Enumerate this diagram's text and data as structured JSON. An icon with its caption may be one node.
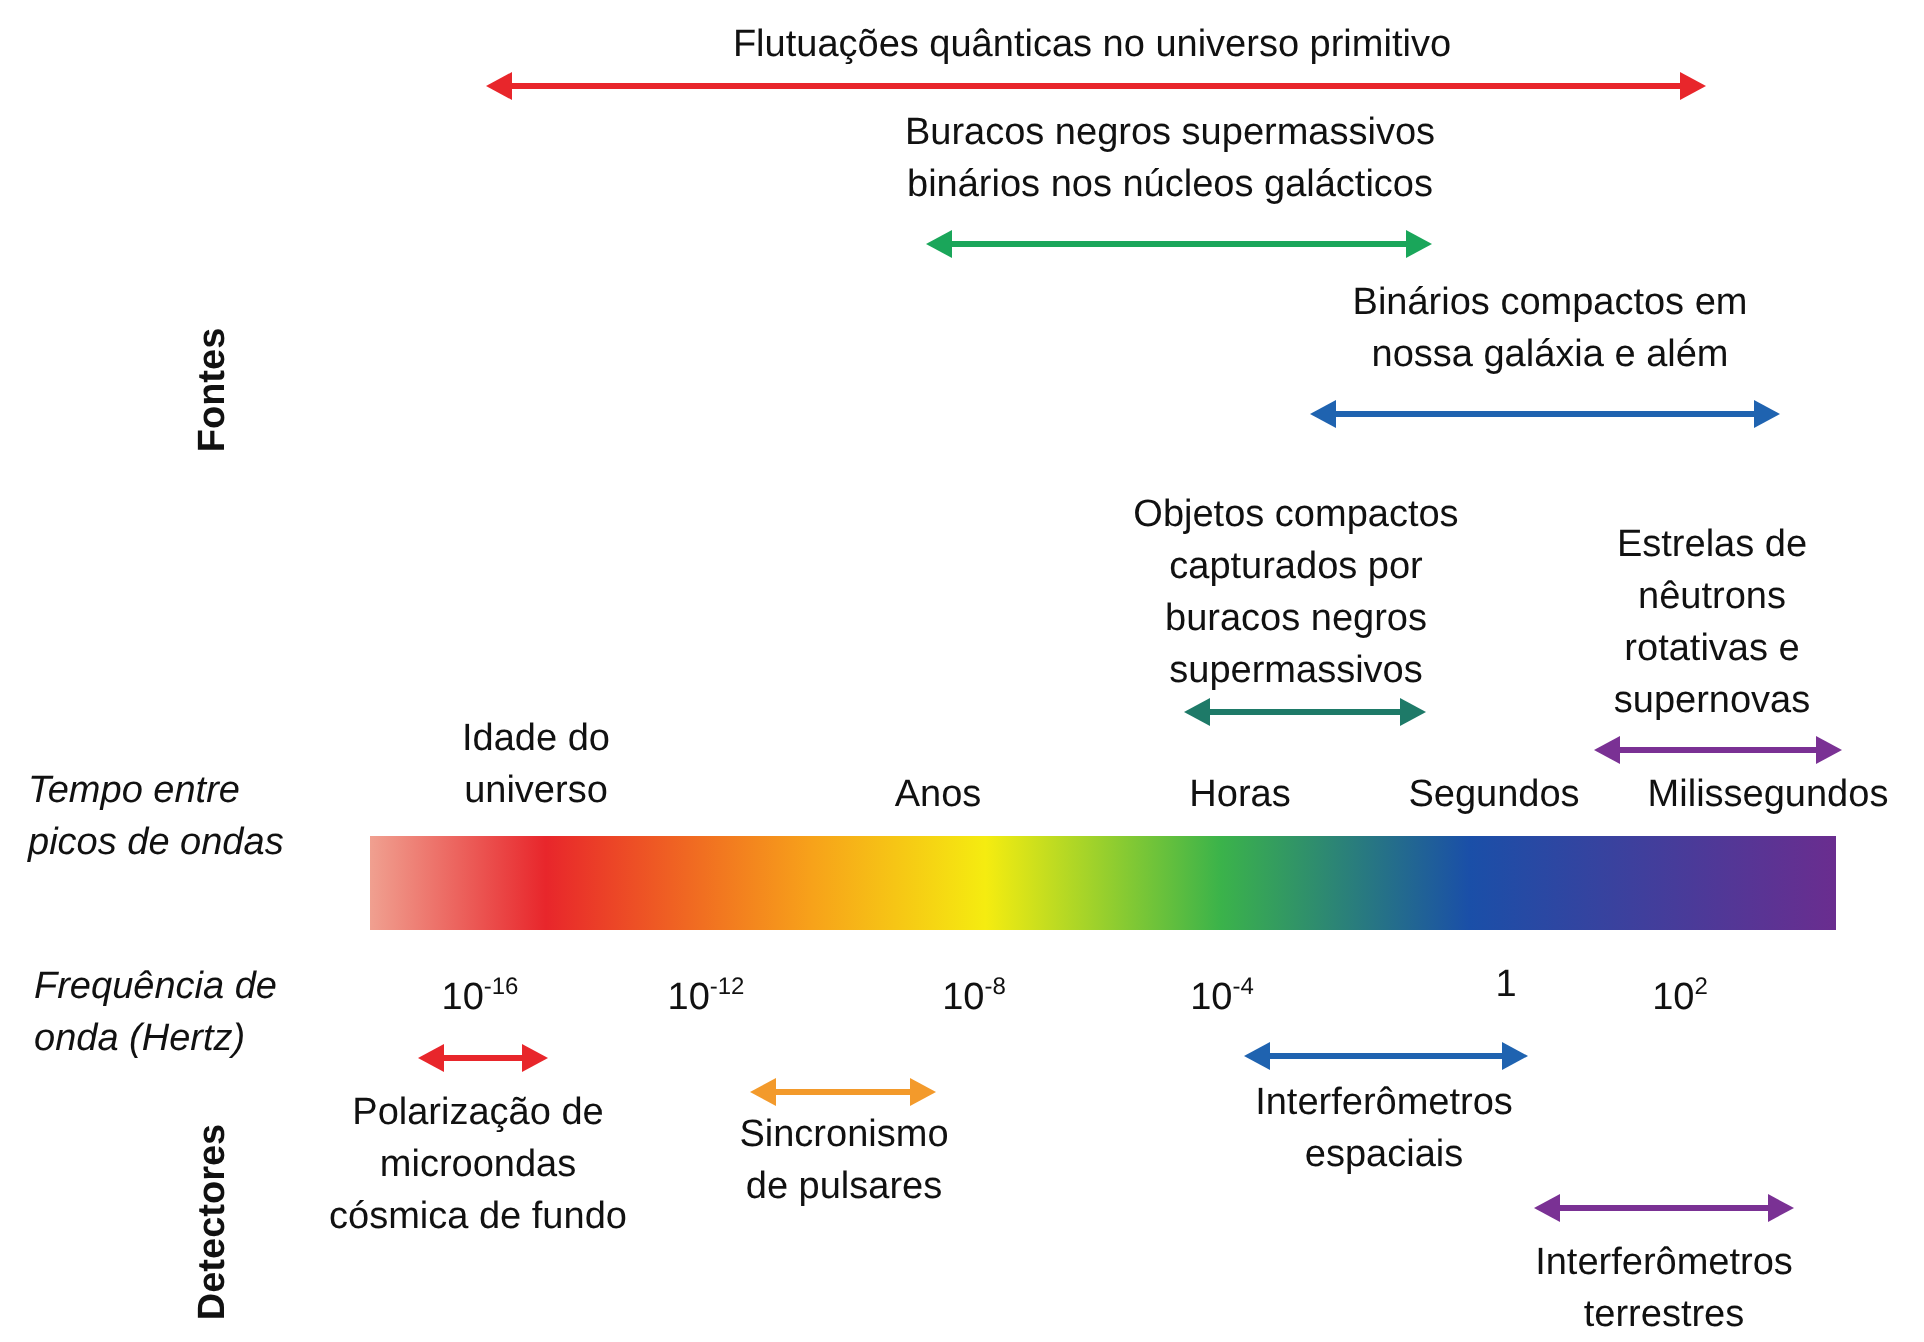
{
  "diagram": {
    "labels": [
      "Flutuações quânticas no universo primitivo",
      "Buracos negros supermassivos binários nos núcleos galácticos",
      "Fontes",
      "Binários compactos em nossa galáxia e além",
      "Objetos compactos capturados por buracos negros supermassivos",
      "Estrelas de nêutrons rotativas e supernovas",
      "Idade do universo",
      "Tempo entre picos de ondas",
      "Anos",
      "Horas",
      "Segundos",
      "Milissegundos",
      "Frequência de onda (Hertz)",
      "10$^{-16}$",
      "10$^{-12}$",
      "10$^{-8}$",
      "10$^{-4}$",
      "1",
      "10$^{2}$",
      "Polarização de microondas cósmica de fundo",
      "Sincronismo de pulsares",
      "Interferômetros espaciais",
      "Detectores",
      "Interferômetros terrestres"
    ]
  }
}
